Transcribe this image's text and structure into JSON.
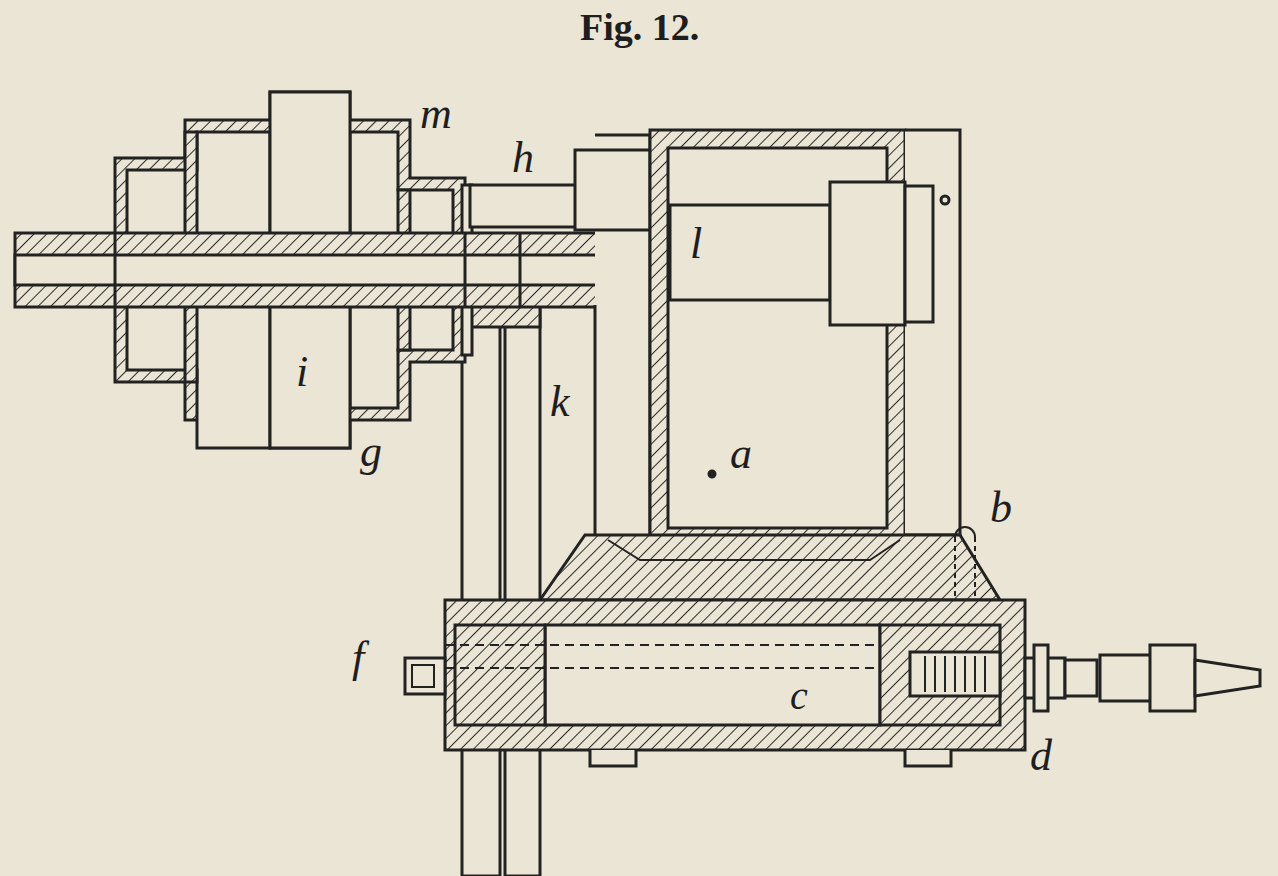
{
  "diagram": {
    "title": "Fig. 12.",
    "labels": [
      "m",
      "h",
      "l",
      "a",
      "i",
      "g",
      "k",
      "b",
      "f",
      "c",
      "d"
    ]
  }
}
